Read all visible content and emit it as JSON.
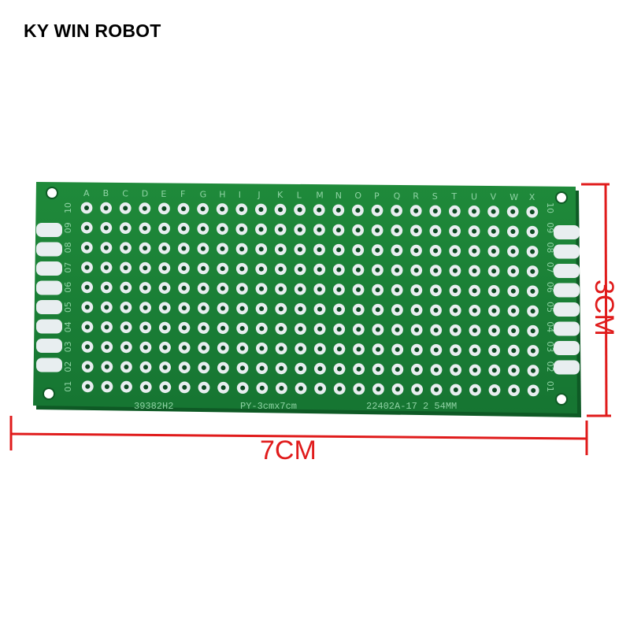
{
  "brand": {
    "text": "KY WIN ROBOT"
  },
  "board": {
    "columns": [
      "A",
      "B",
      "C",
      "D",
      "E",
      "F",
      "G",
      "H",
      "I",
      "J",
      "K",
      "L",
      "M",
      "N",
      "O",
      "P",
      "Q",
      "R",
      "S",
      "T",
      "U",
      "V",
      "W",
      "X"
    ],
    "rows": [
      "10",
      "09",
      "08",
      "07",
      "06",
      "05",
      "04",
      "03",
      "02",
      "01"
    ],
    "silkscreen": {
      "left": "39382H2",
      "center": "PY-3cmx7cm",
      "right": "22402A-17 2 54MM"
    },
    "colors": {
      "pcb": "#1c7f35",
      "pcb_dark": "#11652a",
      "pad": "#e8eef0",
      "hole": "#0d4a22",
      "silk": "#8fd3a4",
      "dimension": "#e01b1b"
    }
  },
  "dimensions": {
    "width": "7CM",
    "height": "3CM"
  }
}
